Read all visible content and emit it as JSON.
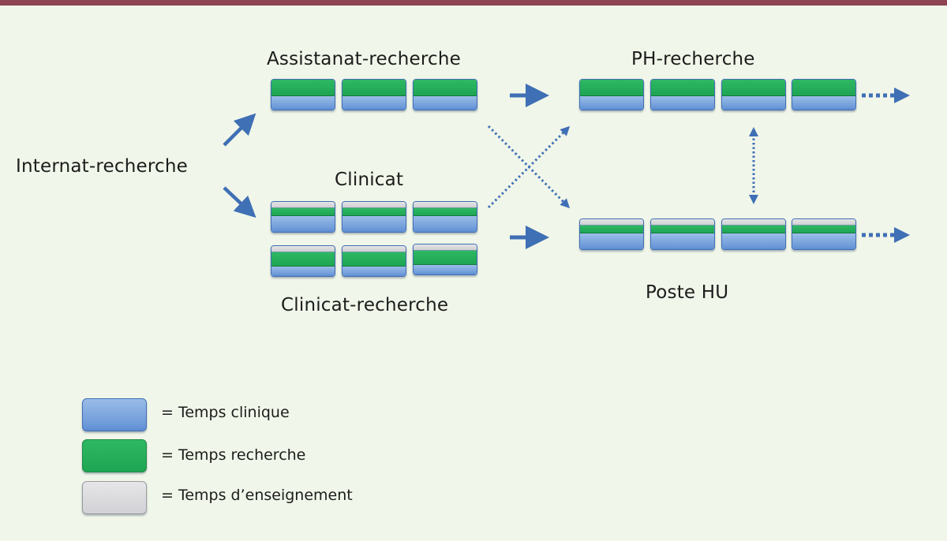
{
  "colors": {
    "background": "#f0f6e9",
    "top_bar": "#8e4452",
    "arrow": "#3f6fb5",
    "temps_clinique": "#6d9ad9",
    "temps_recherche": "#1ea553",
    "temps_enseignement": "#d8d8dc"
  },
  "nodes": {
    "internat": {
      "label": "Internat-recherche"
    },
    "assistanat": {
      "label": "Assistanat-recherche",
      "blocks": 3,
      "composition": [
        "recherche",
        "clinique"
      ]
    },
    "clinicat": {
      "label": "Clinicat",
      "blocks": 3,
      "composition": [
        "enseignement",
        "recherche-thin",
        "clinique"
      ]
    },
    "clinicat_recherche": {
      "label": "Clinicat-recherche",
      "blocks": 3,
      "composition": [
        "enseignement",
        "recherche",
        "clinique"
      ]
    },
    "ph_recherche": {
      "label": "PH-recherche",
      "blocks": 4,
      "composition": [
        "recherche",
        "clinique"
      ]
    },
    "poste_hu": {
      "label": "Poste HU",
      "blocks": 4,
      "composition": [
        "enseignement",
        "recherche-thin",
        "clinique"
      ]
    }
  },
  "edges": [
    {
      "from": "Internat-recherche",
      "to": "Assistanat-recherche",
      "style": "solid"
    },
    {
      "from": "Internat-recherche",
      "to": "Clinicat",
      "style": "solid"
    },
    {
      "from": "Assistanat-recherche",
      "to": "PH-recherche",
      "style": "solid"
    },
    {
      "from": "Clinicat",
      "to": "Poste HU",
      "style": "solid"
    },
    {
      "from": "Assistanat-recherche",
      "to": "Poste HU",
      "style": "dotted"
    },
    {
      "from": "Clinicat",
      "to": "PH-recherche",
      "style": "dotted"
    },
    {
      "from": "PH-recherche",
      "to": "Poste HU",
      "style": "dotted-bidirectional"
    },
    {
      "from": "PH-recherche",
      "to": "continuation",
      "style": "dotted"
    },
    {
      "from": "Poste HU",
      "to": "continuation",
      "style": "dotted"
    }
  ],
  "legend": [
    {
      "key": "clinique",
      "label": "= Temps clinique"
    },
    {
      "key": "recherche",
      "label": "= Temps recherche"
    },
    {
      "key": "enseignement",
      "label": "= Temps d’enseignement"
    }
  ]
}
